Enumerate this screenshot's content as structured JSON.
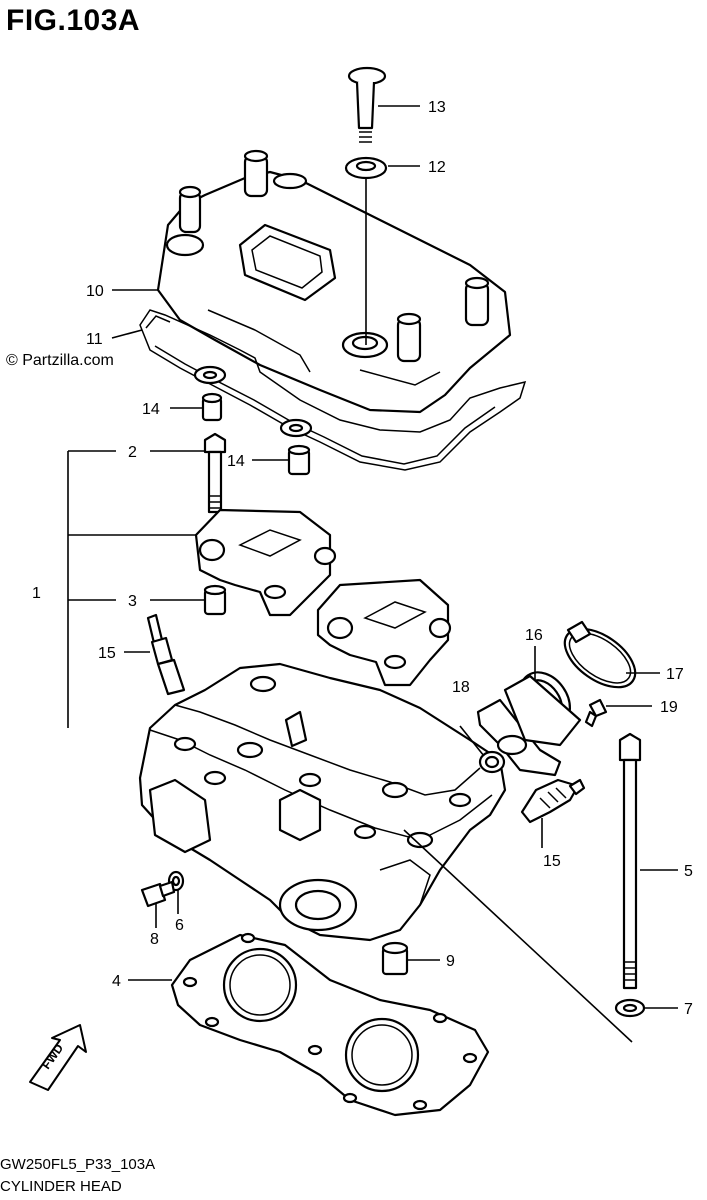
{
  "figure": {
    "title": "FIG.103A",
    "watermark": "© Partzilla.com",
    "footer_code": "GW250FL5_P33_103A",
    "footer_name": "CYLINDER HEAD",
    "fwd_label": "FWD"
  },
  "callouts": [
    {
      "id": "1",
      "text": "1"
    },
    {
      "id": "2",
      "text": "2"
    },
    {
      "id": "3",
      "text": "3"
    },
    {
      "id": "4",
      "text": "4"
    },
    {
      "id": "5",
      "text": "5"
    },
    {
      "id": "6",
      "text": "6"
    },
    {
      "id": "7",
      "text": "7"
    },
    {
      "id": "8",
      "text": "8"
    },
    {
      "id": "9",
      "text": "9"
    },
    {
      "id": "10",
      "text": "10"
    },
    {
      "id": "11",
      "text": "11"
    },
    {
      "id": "12",
      "text": "12"
    },
    {
      "id": "13",
      "text": "13"
    },
    {
      "id": "14a",
      "text": "14"
    },
    {
      "id": "14b",
      "text": "14"
    },
    {
      "id": "15a",
      "text": "15"
    },
    {
      "id": "15b",
      "text": "15"
    },
    {
      "id": "16",
      "text": "16"
    },
    {
      "id": "17",
      "text": "17"
    },
    {
      "id": "18",
      "text": "18"
    },
    {
      "id": "19",
      "text": "19"
    }
  ]
}
